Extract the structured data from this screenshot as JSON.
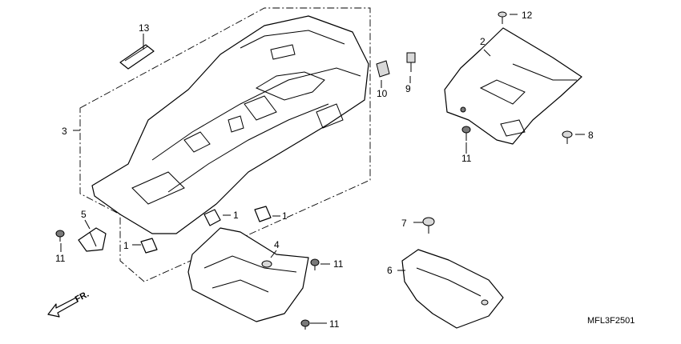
{
  "diagram": {
    "drawing_code": "MFL3F2501",
    "direction_label": "FR.",
    "callouts": {
      "c1a": "1",
      "c1b": "1",
      "c1c": "1",
      "c2": "2",
      "c3": "3",
      "c4": "4",
      "c5": "5",
      "c6": "6",
      "c7": "7",
      "c8": "8",
      "c9": "9",
      "c10": "10",
      "c11a": "11",
      "c11b": "11",
      "c11c": "11",
      "c11d": "11",
      "c12": "12",
      "c13": "13"
    }
  }
}
